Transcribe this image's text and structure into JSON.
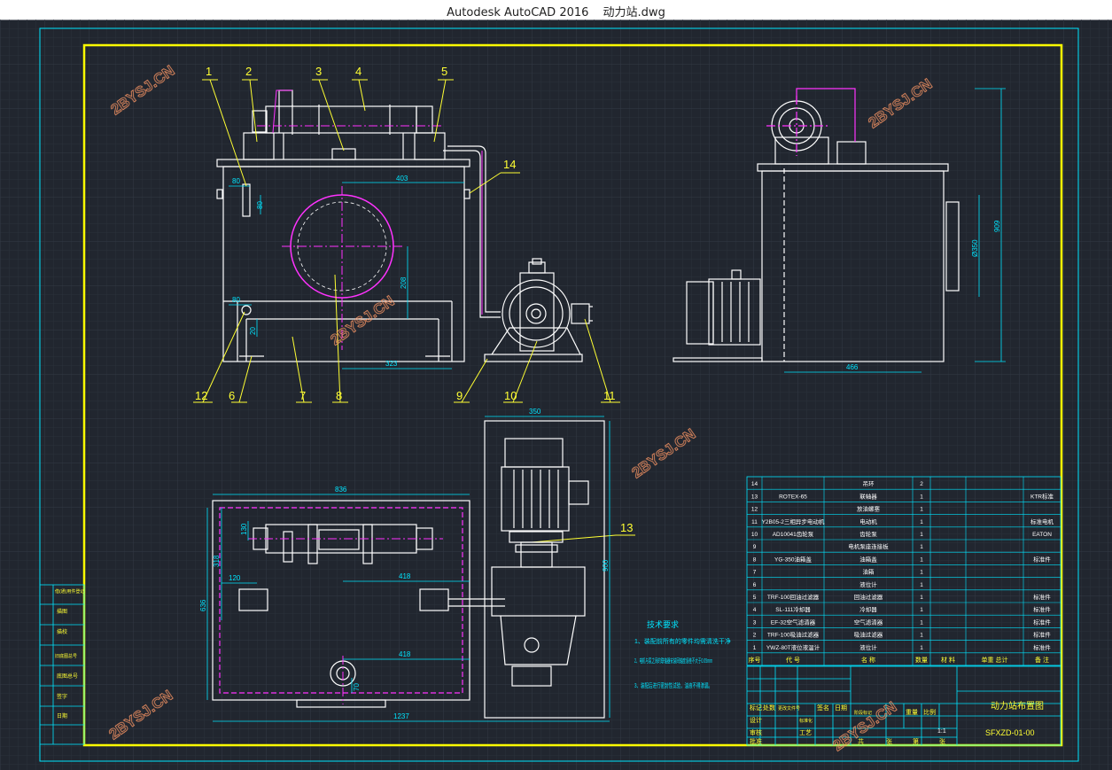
{
  "window": {
    "app_title": "Autodesk AutoCAD 2016",
    "file_name": "动力站.dwg"
  },
  "watermark": "2BYSJ.CN",
  "part_balloons": [
    "1",
    "2",
    "3",
    "4",
    "5",
    "6",
    "7",
    "8",
    "9",
    "10",
    "11",
    "12",
    "13",
    "14"
  ],
  "dimensions": {
    "front": [
      "80",
      "80",
      "403",
      "208",
      "80",
      "20",
      "323"
    ],
    "side": [
      "909",
      "Ø350",
      "466"
    ],
    "plan": [
      "836",
      "130",
      "318",
      "636",
      "120",
      "418",
      "418",
      "70",
      "1237"
    ],
    "pump_view": [
      "350",
      "900"
    ]
  },
  "tech_requirements": {
    "title": "技术要求",
    "lines": [
      "1、装配前所有的零件均需清洗干净",
      "2、电机与泵之间的联轴器安装同轴度误差不大于0.05mm",
      "3、装配后进行密封性试验，油液不得渗漏。"
    ]
  },
  "bom": {
    "rows": [
      {
        "no": "14",
        "code": "",
        "name": "吊环",
        "qty": "2",
        "material": "",
        "note": ""
      },
      {
        "no": "13",
        "code": "ROTEX-65",
        "name": "联轴器",
        "qty": "1",
        "material": "",
        "note": "KTR标准"
      },
      {
        "no": "12",
        "code": "",
        "name": "放油螺塞",
        "qty": "1",
        "material": "",
        "note": ""
      },
      {
        "no": "11",
        "code": "Y2B05-2三相异步电动机",
        "name": "电动机",
        "qty": "1",
        "material": "",
        "note": "标准电机"
      },
      {
        "no": "10",
        "code": "AD10041齿轮泵",
        "name": "齿轮泵",
        "qty": "1",
        "material": "",
        "note": "EATON"
      },
      {
        "no": "9",
        "code": "",
        "name": "电机泵座连接板",
        "qty": "1",
        "material": "",
        "note": ""
      },
      {
        "no": "8",
        "code": "YG-350油箱盖",
        "name": "油箱盖",
        "qty": "1",
        "material": "",
        "note": "标准件"
      },
      {
        "no": "7",
        "code": "",
        "name": "油箱",
        "qty": "1",
        "material": "",
        "note": ""
      },
      {
        "no": "6",
        "code": "",
        "name": "液位计",
        "qty": "1",
        "material": "",
        "note": ""
      },
      {
        "no": "5",
        "code": "TRF-100回油过滤器",
        "name": "回油过滤器",
        "qty": "1",
        "material": "",
        "note": "标准件"
      },
      {
        "no": "4",
        "code": "SL-111冷却器",
        "name": "冷却器",
        "qty": "1",
        "material": "",
        "note": "标准件"
      },
      {
        "no": "3",
        "code": "EF-32空气滤清器",
        "name": "空气滤清器",
        "qty": "1",
        "material": "",
        "note": "标准件"
      },
      {
        "no": "2",
        "code": "TRF-100吸油过滤器",
        "name": "吸油过滤器",
        "qty": "1",
        "material": "",
        "note": "标准件"
      },
      {
        "no": "1",
        "code": "YWZ-80T液位液温计",
        "name": "液位计",
        "qty": "1",
        "material": "",
        "note": "标准件"
      }
    ],
    "header": [
      "序号",
      "代",
      "号",
      "名",
      "称",
      "数量",
      "材",
      "料",
      "单重",
      "总计",
      "备",
      "注"
    ]
  },
  "title_block": {
    "drawing_name": "动力站布置图",
    "drawing_no": "SFXZD-01-00",
    "scale": "1:1",
    "labels": [
      "标记",
      "处数",
      "更改文件号",
      "签名",
      "日期",
      "设计",
      "标准化",
      "阶段标记",
      "重量",
      "比例",
      "审核",
      "工艺",
      "批准",
      "共",
      "张",
      "第",
      "张"
    ]
  },
  "left_stamp": {
    "labels": [
      "借(通)用件登记",
      "描图",
      "描校",
      "旧底图总号",
      "底图总号",
      "签字",
      "日期"
    ]
  },
  "colors": {
    "background": "#21262f",
    "border_yellow": "#ffff00",
    "frame_cyan": "#00e5ff",
    "drawing_white": "#ffffff",
    "centerline_magenta": "#ff33ff",
    "text_yellow": "#ffff33",
    "watermark": "#ff9966"
  }
}
